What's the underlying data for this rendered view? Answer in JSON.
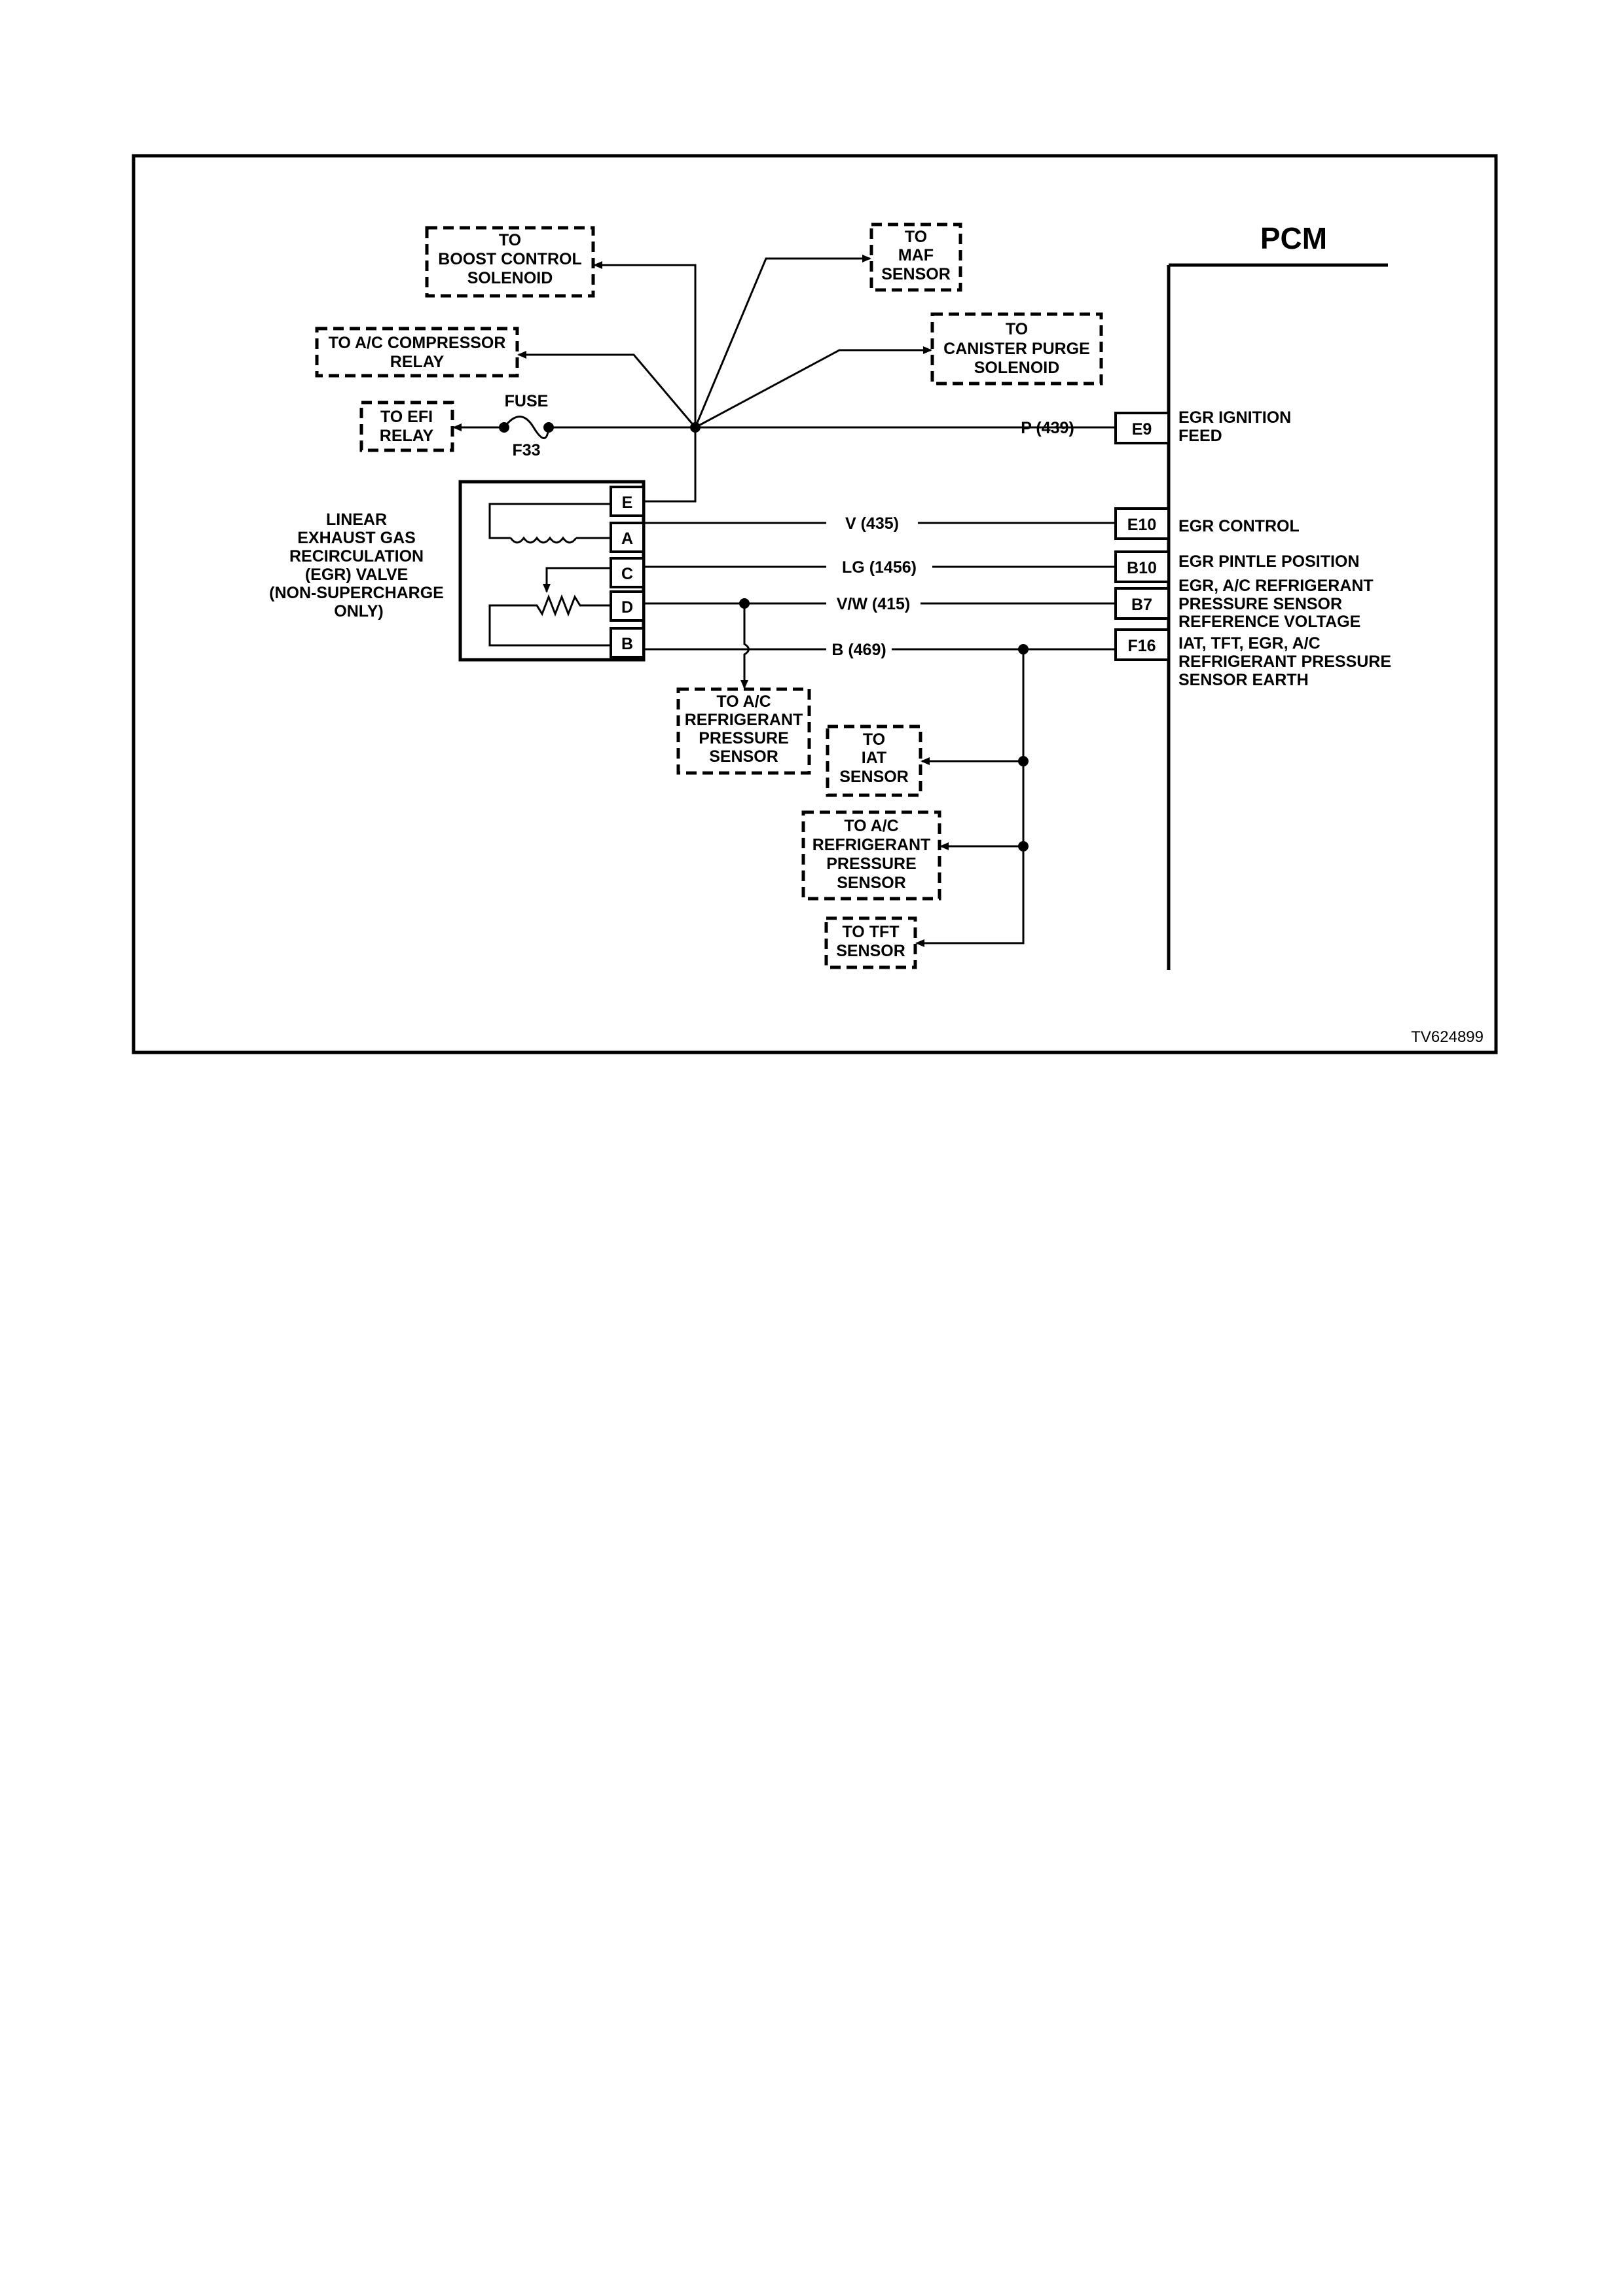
{
  "pcm_title": "PCM",
  "figure_id": "TV624899",
  "fuse": {
    "label": "FUSE",
    "id": "F33"
  },
  "egr_valve": {
    "label_lines": [
      "LINEAR",
      "EXHAUST GAS",
      "RECIRCULATION",
      "(EGR) VALVE",
      "(NON-SUPERCHARGE",
      "ONLY)"
    ],
    "pins": [
      "E",
      "A",
      "C",
      "D",
      "B"
    ]
  },
  "destinations": {
    "boost": [
      "TO",
      "BOOST CONTROL",
      "SOLENOID"
    ],
    "maf": [
      "TO",
      "MAF",
      "SENSOR"
    ],
    "ac_relay": [
      "TO A/C COMPRESSOR",
      "RELAY"
    ],
    "canister": [
      "TO",
      "CANISTER PURGE",
      "SOLENOID"
    ],
    "efi": [
      "TO EFI",
      "RELAY"
    ],
    "ac_sensor_1": [
      "TO A/C",
      "REFRIGERANT",
      "PRESSURE",
      "SENSOR"
    ],
    "iat": [
      "TO",
      "IAT",
      "SENSOR"
    ],
    "ac_sensor_2": [
      "TO A/C",
      "REFRIGERANT",
      "PRESSURE",
      "SENSOR"
    ],
    "tft": [
      "TO TFT",
      "SENSOR"
    ]
  },
  "wires": {
    "p439": "P (439)",
    "v435": "V (435)",
    "lg1456": "LG (1456)",
    "vw415": "V/W (415)",
    "b469": "B (469)"
  },
  "pcm_pins": [
    {
      "pin": "E9",
      "lines": [
        "EGR IGNITION",
        "FEED"
      ]
    },
    {
      "pin": "E10",
      "lines": [
        "EGR CONTROL"
      ]
    },
    {
      "pin": "B10",
      "lines": [
        "EGR PINTLE POSITION"
      ]
    },
    {
      "pin": "B7",
      "lines": [
        "EGR, A/C REFRIGERANT",
        "PRESSURE SENSOR",
        "REFERENCE VOLTAGE"
      ]
    },
    {
      "pin": "F16",
      "lines": [
        "IAT, TFT, EGR, A/C",
        "REFRIGERANT PRESSURE",
        "SENSOR EARTH"
      ]
    }
  ]
}
